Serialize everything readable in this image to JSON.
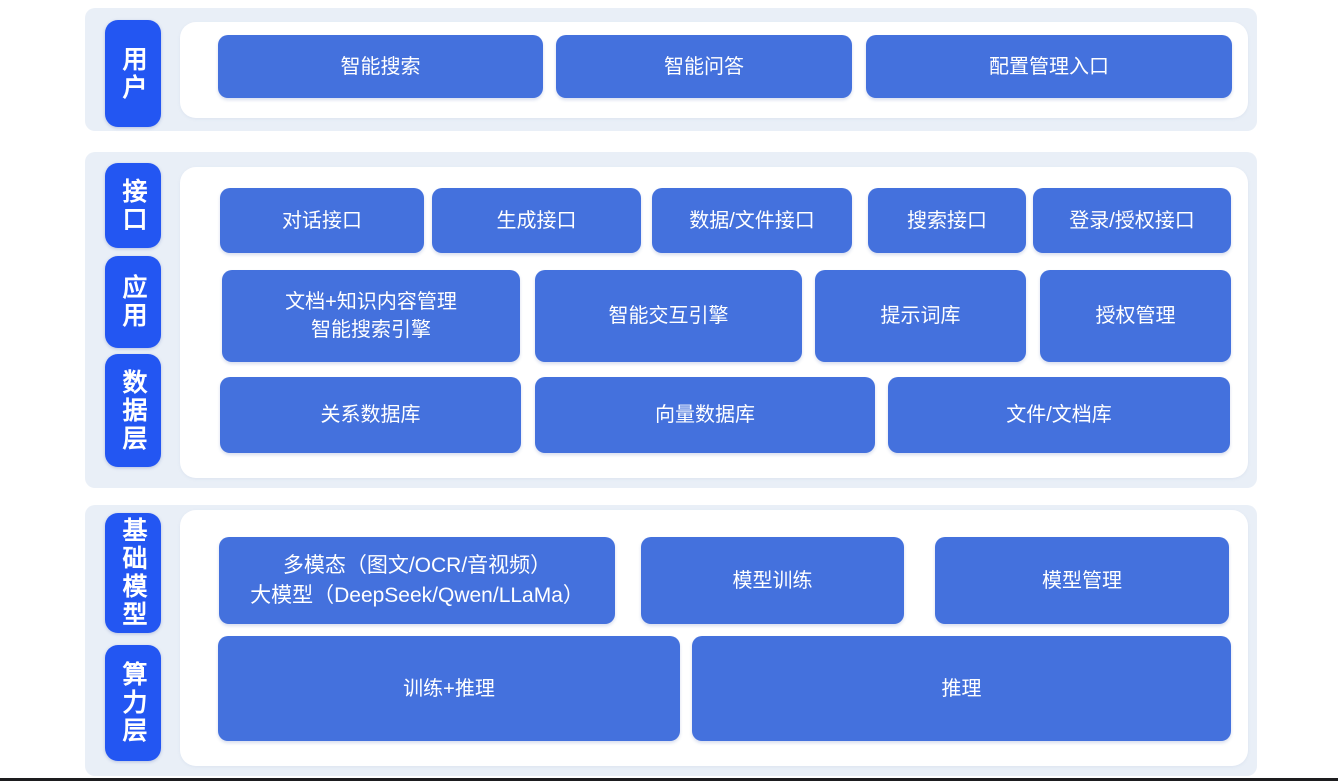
{
  "page": {
    "background": "#ffffff",
    "band_color": "#e9eff7",
    "label_color": "#2356f2",
    "card_color": "#4471dd",
    "bottom_line_color": "#1d1d1f"
  },
  "sections": [
    {
      "name": "user-layer",
      "labels": [
        {
          "text": "用户"
        }
      ],
      "rows": [
        {
          "cards": [
            {
              "label": "智能搜索"
            },
            {
              "label": "智能问答"
            },
            {
              "label": "配置管理入口"
            }
          ]
        }
      ]
    },
    {
      "name": "interface-application-data-layer",
      "labels": [
        {
          "text": "接口"
        },
        {
          "text": "应用"
        },
        {
          "text": "数据层"
        }
      ],
      "rows": [
        {
          "cards": [
            {
              "label": "对话接口"
            },
            {
              "label": "生成接口"
            },
            {
              "label": "数据/文件接口"
            },
            {
              "label": "搜索接口"
            },
            {
              "label": "登录/授权接口"
            }
          ]
        },
        {
          "cards": [
            {
              "label": "文档+知识内容管理\n智能搜索引擎"
            },
            {
              "label": "智能交互引擎"
            },
            {
              "label": "提示词库"
            },
            {
              "label": "授权管理"
            }
          ]
        },
        {
          "cards": [
            {
              "label": "关系数据库"
            },
            {
              "label": "向量数据库"
            },
            {
              "label": "文件/文档库"
            }
          ]
        }
      ]
    },
    {
      "name": "foundation-model-compute-layer",
      "labels": [
        {
          "text": "基础模型"
        },
        {
          "text": "算力层"
        }
      ],
      "rows": [
        {
          "cards": [
            {
              "label": "多模态（图文/OCR/音视频）\n大模型（DeepSeek/Qwen/LLaMa）"
            },
            {
              "label": "模型训练"
            },
            {
              "label": "模型管理"
            }
          ]
        },
        {
          "cards": [
            {
              "label": "训练+推理"
            },
            {
              "label": "推理"
            }
          ]
        }
      ]
    }
  ]
}
